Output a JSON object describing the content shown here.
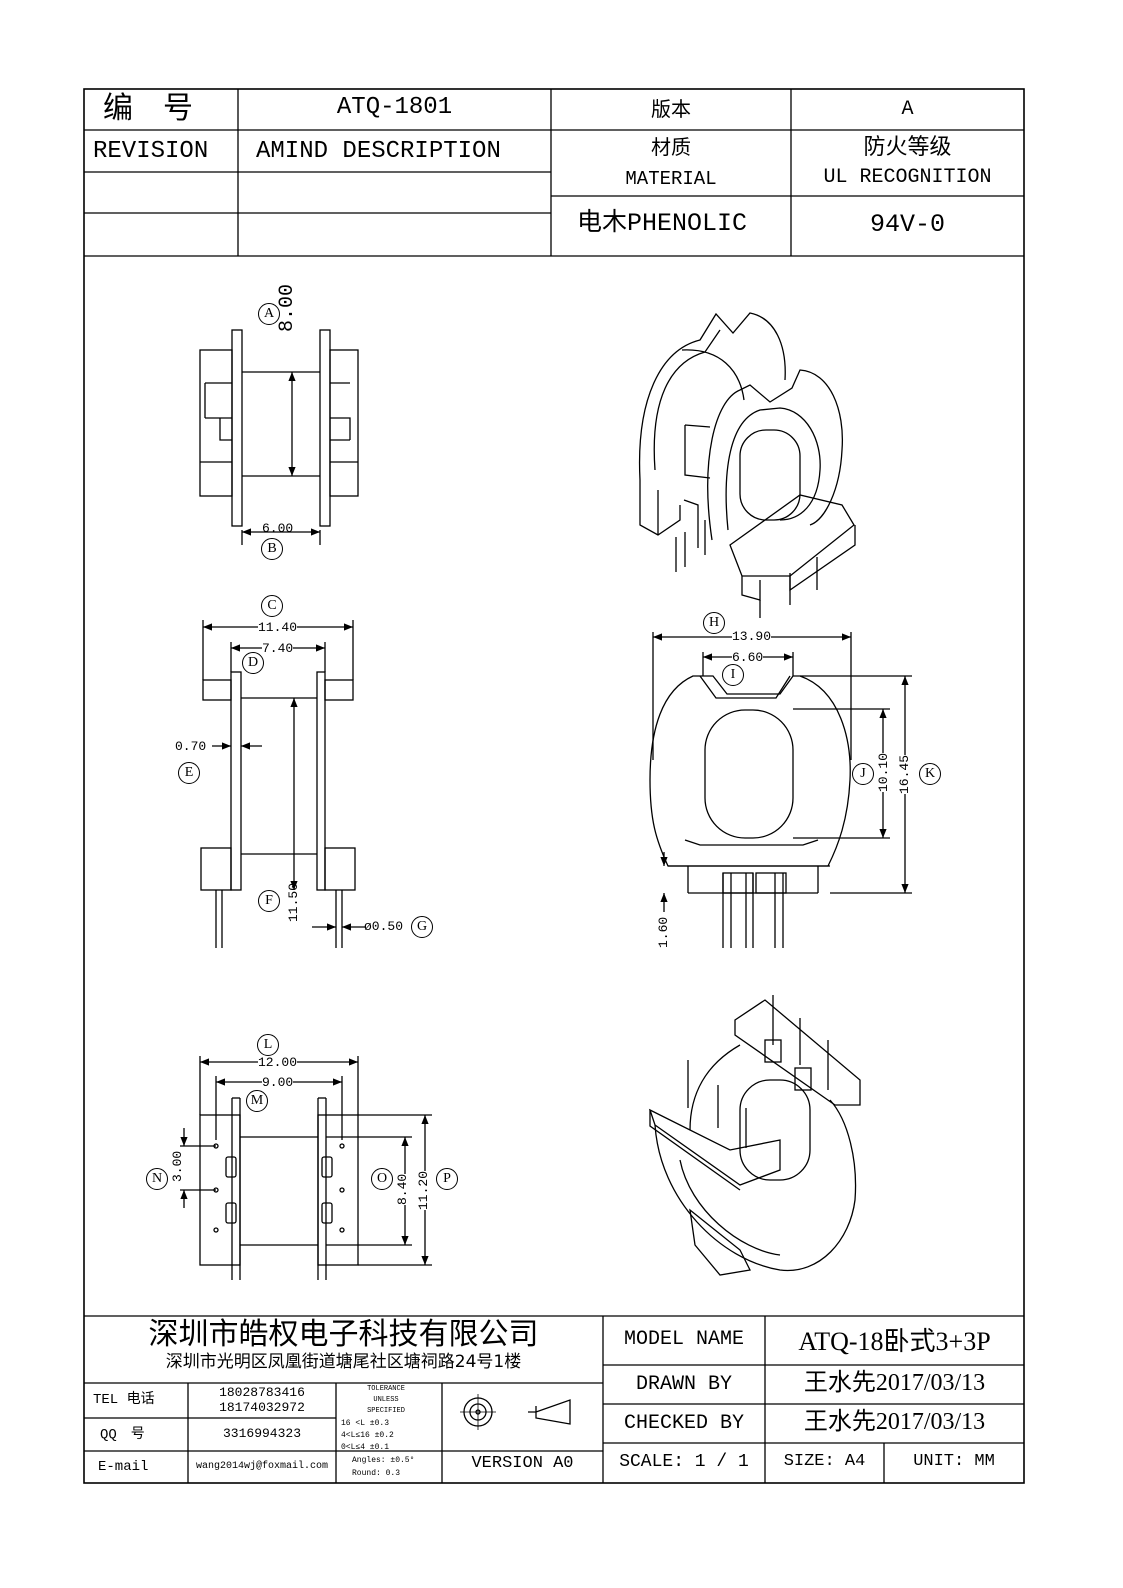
{
  "header": {
    "number_label": "编　号",
    "number_value": "ATQ-1801",
    "version_label": "版本",
    "version_value": "A",
    "revision_label": "REVISION",
    "amend_label": "AMIND DESCRIPTION",
    "material_label_cn": "材质",
    "material_label_en": "MATERIAL",
    "ul_label_cn": "防火等级",
    "ul_label_en": "UL RECOGNITION",
    "material_value": "电木PHENOLIC",
    "ul_value": "94V-0"
  },
  "dimensions": {
    "A": "A",
    "A_val": "8.00",
    "B": "B",
    "B_val": "6.00",
    "C": "C",
    "C_val": "11.40",
    "D": "D",
    "D_val": "7.40",
    "E": "E",
    "E_val": "0.70",
    "F": "F",
    "F_val": "11.50",
    "G": "G",
    "G_val": "ø0.50",
    "H": "H",
    "H_val": "13.90",
    "I": "I",
    "I_val": "6.60",
    "J": "J",
    "J_val": "10.10",
    "K": "K",
    "K_val": "16.45",
    "pin_val": "1.60",
    "L": "L",
    "L_val": "12.00",
    "M": "M",
    "M_val": "9.00",
    "N": "N",
    "N_val": "3.00",
    "O": "O",
    "O_val": "8.40",
    "P": "P",
    "P_val": "11.20"
  },
  "title_block": {
    "company": "深圳市皓权电子科技有限公司",
    "address": "深圳市光明区凤凰街道塘尾社区塘祠路24号1楼",
    "model_label": "MODEL NAME",
    "model_value": "ATQ-18卧式3+3P",
    "drawn_label": "DRAWN BY",
    "drawn_value": "王水先2017/03/13",
    "checked_label": "CHECKED BY",
    "checked_value": "王水先2017/03/13",
    "scale_label": "SCALE: 1 / 1",
    "size_label": "SIZE: A4",
    "unit_label": "UNIT: MM",
    "tel_label": "TEL 电话",
    "tel_1": "18028783416",
    "tel_2": "18174032972",
    "qq_label": "QQ　号",
    "qq_value": "3316994323",
    "email_label": "E-mail",
    "email_value": "wang2014wj@foxmail.com",
    "version_label": "VERSION A0",
    "tol_title_1": "TOLERANCE",
    "tol_title_2": "UNLESS",
    "tol_title_3": "SPECIFIED",
    "tol_r1": "16 <L      ±0.3",
    "tol_r2": "4<L≤16     ±0.2",
    "tol_r3": "0<L≤4      ±0.1",
    "tol_r4": "Angles: ±0.5°",
    "tol_r5": "Round: 0.3"
  }
}
